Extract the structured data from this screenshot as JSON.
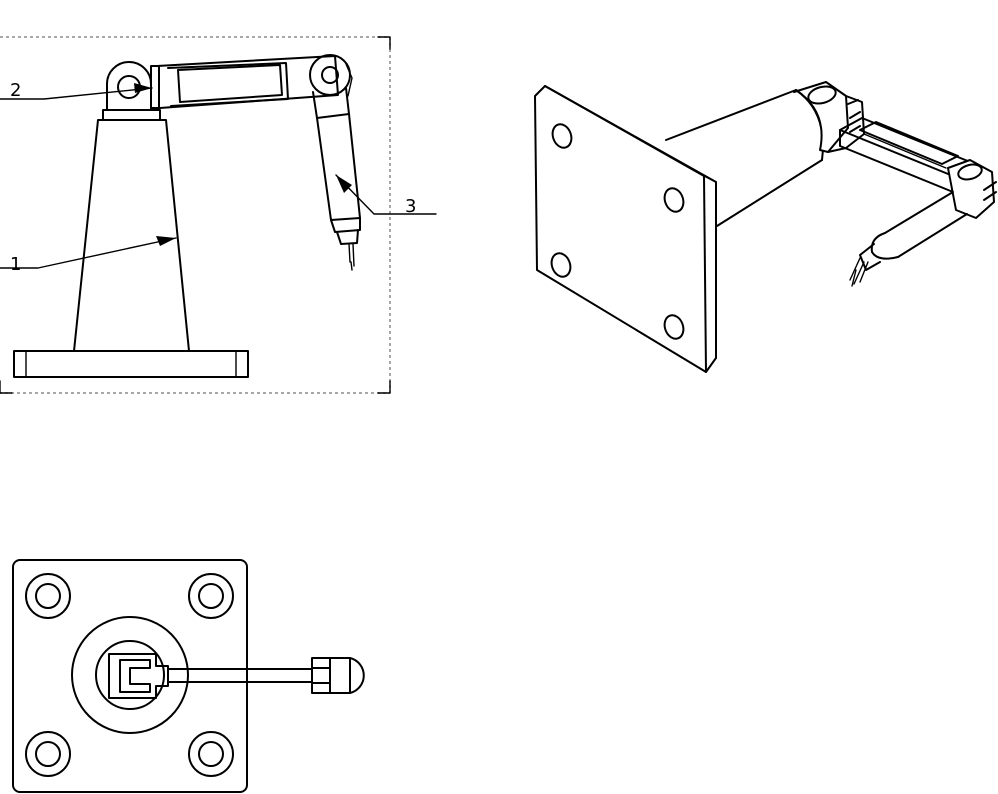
{
  "drawing": {
    "callouts": [
      {
        "id": "part-1",
        "label": "1"
      },
      {
        "id": "part-2",
        "label": "2"
      },
      {
        "id": "part-3",
        "label": "3"
      }
    ],
    "views": [
      "front-view",
      "isometric-view",
      "top-view"
    ]
  }
}
